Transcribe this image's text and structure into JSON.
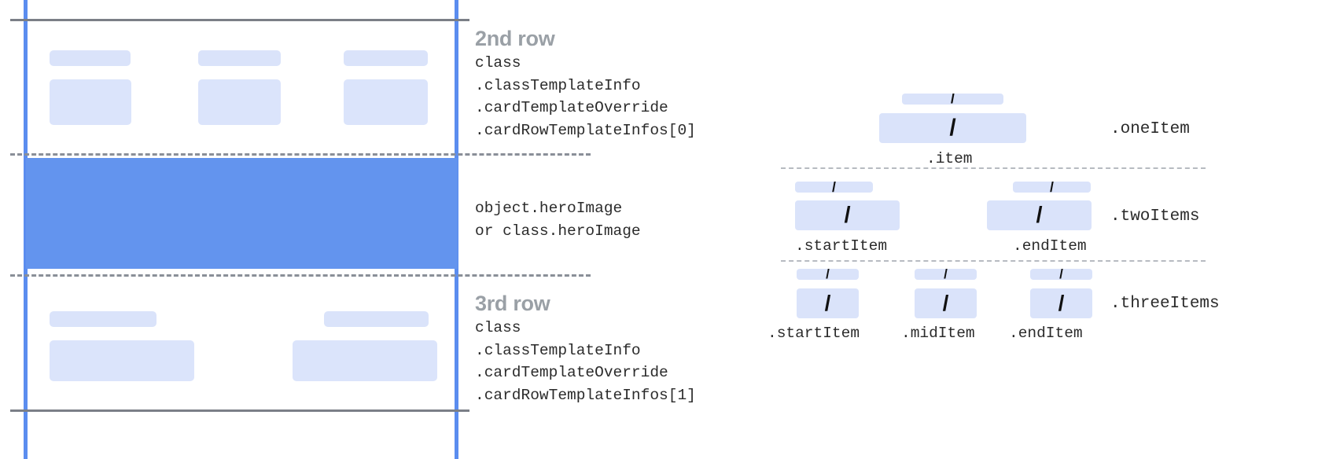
{
  "left_diagram": {
    "rows": [
      {
        "title": "2nd row",
        "code_lines": [
          "class",
          ".classTemplateInfo",
          ".cardTemplateOverride",
          ".cardRowTemplateInfos[0]"
        ]
      },
      {
        "title": "",
        "code_lines": [
          "object.heroImage",
          "or class.heroImage"
        ]
      },
      {
        "title": "3rd row",
        "code_lines": [
          "class",
          ".classTemplateInfo",
          ".cardTemplateOverride",
          ".cardRowTemplateInfos[1]"
        ]
      }
    ],
    "colors": {
      "guide_line": "#5b8def",
      "frame_line": "#7b7f87",
      "dash_line": "#8a8f98",
      "hero_fill": "#6394ee",
      "chip_fill": "#dae3fa",
      "heading": "#9aa0a6",
      "code": "#2b2b2b"
    }
  },
  "right_diagram": {
    "slash_glyph": "/",
    "groups": [
      {
        "name": ".oneItem",
        "item_labels": [
          ".item"
        ],
        "cells": 1
      },
      {
        "name": ".twoItems",
        "item_labels": [
          ".startItem",
          ".endItem"
        ],
        "cells": 2
      },
      {
        "name": ".threeItems",
        "item_labels": [
          ".startItem",
          ".midItem",
          ".endItem"
        ],
        "cells": 3
      }
    ]
  }
}
